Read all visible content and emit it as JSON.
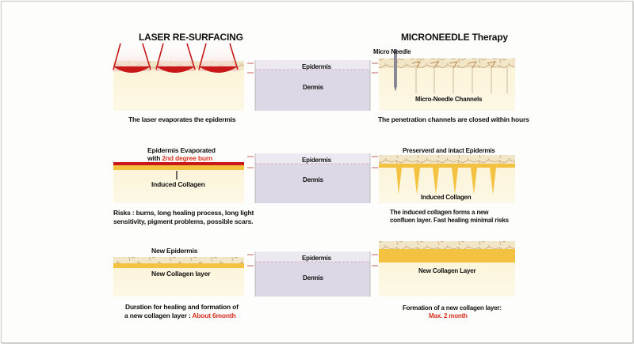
{
  "headers": {
    "left": "LASER RE-SURFACING",
    "right": "MICRONEEDLE Therapy"
  },
  "center_labels": {
    "epidermis": "Epidermis",
    "dermis": "Dermis"
  },
  "row1": {
    "left_caption": "The laser evaporates the epidermis",
    "right_label_top": "Micro Needle",
    "right_label_mid": "Micro-Needle Channels",
    "right_caption": "The penetration channels are closed within hours"
  },
  "row2": {
    "left_title_line1": "Epidermis Evaporated",
    "left_title_line2_prefix": "with",
    "left_title_line2_highlight": "2nd degree burn",
    "left_label": "Induced Collagen",
    "left_caption_line1": "Risks : burns, long healing process, long light",
    "left_caption_line2": "sensitivity, pigment problems, possible scars.",
    "right_title": "Preserverd and intact Epidermis",
    "right_label": "Induced Collagen",
    "right_caption_line1": "The induced collagen forms a new",
    "right_caption_line2": "confluen layer. Fast healing minimal risks"
  },
  "row3": {
    "left_title": "New Epidermis",
    "left_label": "New Collagen layer",
    "left_caption_line1": "Duration for healing and formation of",
    "left_caption_line2_prefix": "a new collagen layer :",
    "left_caption_line2_highlight": "About 6month",
    "right_label": "New Collagen Layer",
    "right_caption_line1": "Formation of a new collagen layer:",
    "right_caption_line2_highlight": "Max. 2 month"
  },
  "colors": {
    "skin_cream": "#f7efc8",
    "skin_crack": "#c9a67a",
    "laser_red": "#c81818",
    "collagen_yellow": "#f2c240",
    "dermis_lavender": "#ddd8e6",
    "highlight_red": "#d8301f"
  }
}
